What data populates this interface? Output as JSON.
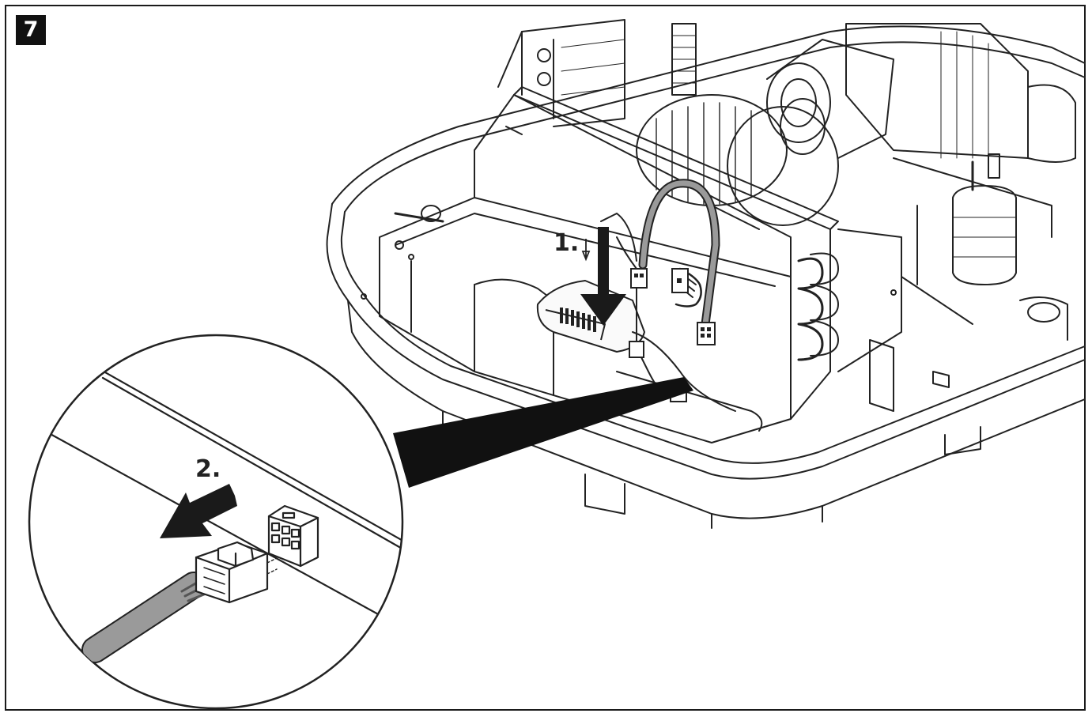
{
  "step": {
    "number": "7"
  },
  "labels": {
    "step1": "1.",
    "step2": "2."
  },
  "colors": {
    "line": "#222222",
    "cable": "#9a9a9a",
    "cable_dark": "#7a7a7a",
    "fill_light": "#f4f4f4",
    "arrow": "#1a1a1a"
  }
}
